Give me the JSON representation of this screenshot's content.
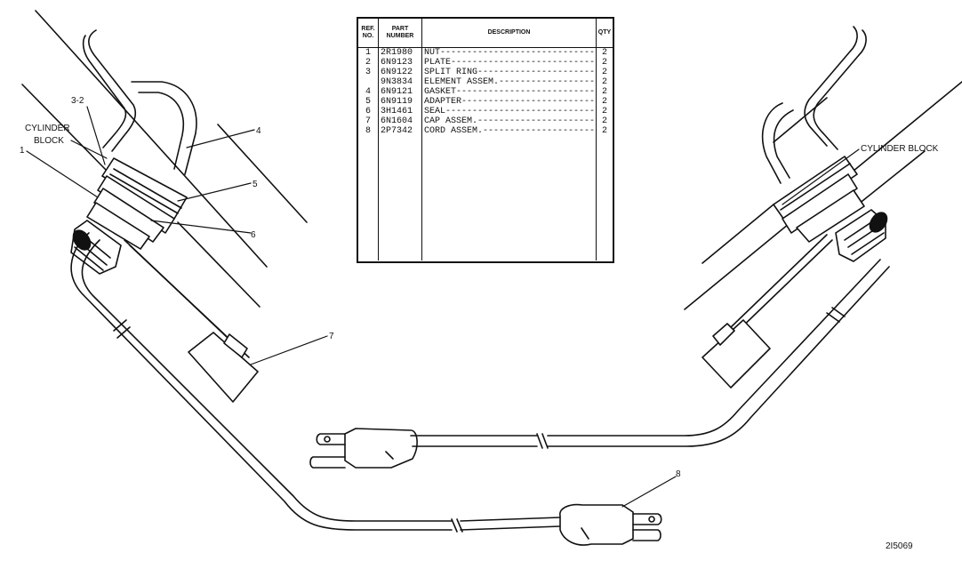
{
  "labels": {
    "cylinder_block_left_line1": "CYLINDER",
    "cylinder_block_left_line2": "BLOCK",
    "cylinder_block_right": "CYLINDER BLOCK",
    "figure_number": "2I5069"
  },
  "callouts": [
    "3-2",
    "1",
    "4",
    "5",
    "6",
    "7",
    "8"
  ],
  "parts_table": {
    "headers": {
      "ref_no": "REF. NO.",
      "part_number": "PART NUMBER",
      "description": "DESCRIPTION",
      "qty": "QTY"
    },
    "rows": [
      {
        "ref": "1",
        "part": "2R1980",
        "desc": "NUT",
        "qty": "2"
      },
      {
        "ref": "2",
        "part": "6N9123",
        "desc": "PLATE",
        "qty": "2"
      },
      {
        "ref": "3",
        "part": "6N9122",
        "desc": "SPLIT RING",
        "qty": "2"
      },
      {
        "ref": "",
        "part": "9N3834",
        "desc": "ELEMENT ASSEM.",
        "qty": "2"
      },
      {
        "ref": "4",
        "part": "6N9121",
        "desc": "GASKET",
        "qty": "2"
      },
      {
        "ref": "5",
        "part": "6N9119",
        "desc": "ADAPTER",
        "qty": "2"
      },
      {
        "ref": "6",
        "part": "3H1461",
        "desc": "SEAL",
        "qty": "2"
      },
      {
        "ref": "7",
        "part": "6N1604",
        "desc": "CAP ASSEM.",
        "qty": "2"
      },
      {
        "ref": "8",
        "part": "2P7342",
        "desc": "CORD ASSEM.",
        "qty": "2"
      }
    ]
  }
}
